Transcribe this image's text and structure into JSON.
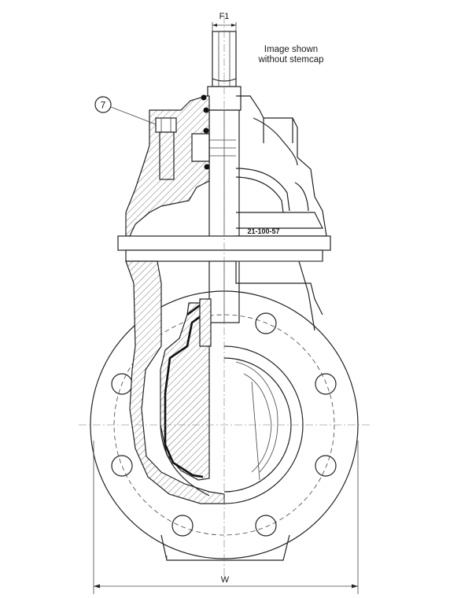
{
  "labels": {
    "dimension_top": "F1",
    "note_line1": "Image shown",
    "note_line2": "without stemcap",
    "part_callout": "7",
    "casting_mark": "21-100-57",
    "dimension_bottom": "W"
  }
}
